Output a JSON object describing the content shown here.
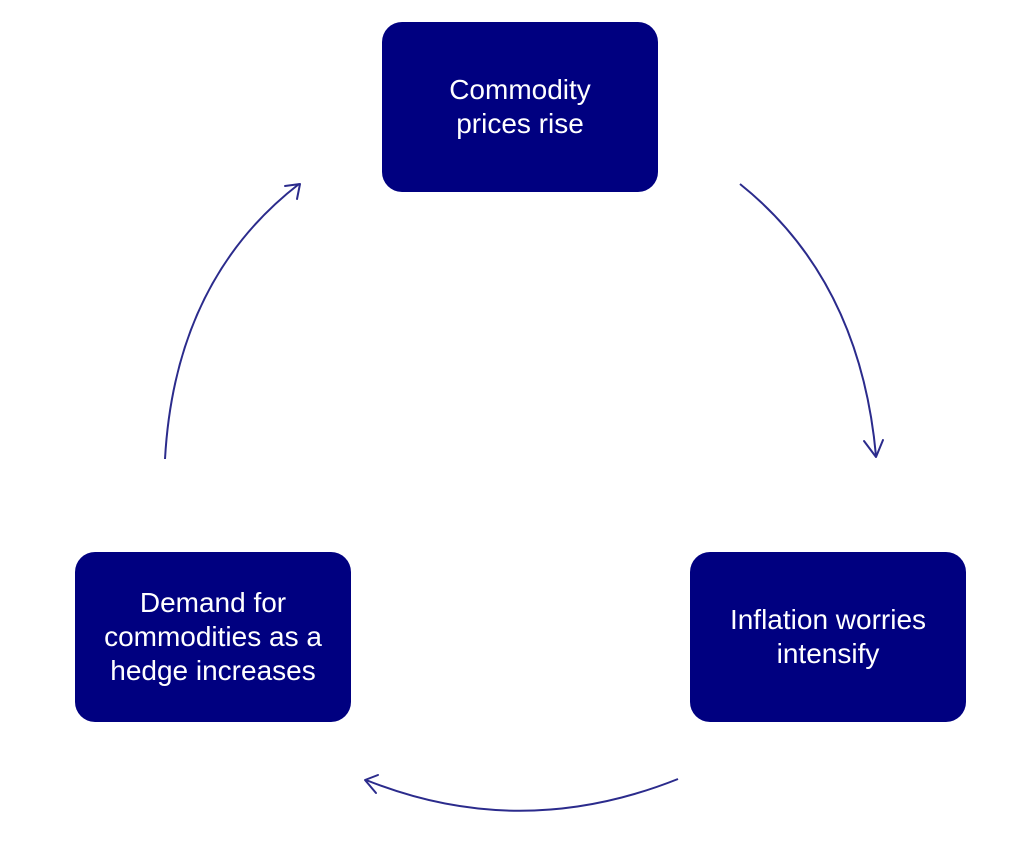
{
  "colors": {
    "box_fill": "#000080",
    "box_text": "#ffffff",
    "arrow": "#2b2b8c"
  },
  "nodes": {
    "top": {
      "label": "Commodity prices rise"
    },
    "right": {
      "label": "Inflation worries intensify"
    },
    "left": {
      "label": "Demand for commodities as a hedge increases"
    }
  },
  "arrows": [
    {
      "from": "top",
      "to": "right"
    },
    {
      "from": "right",
      "to": "left"
    },
    {
      "from": "left",
      "to": "top"
    }
  ]
}
